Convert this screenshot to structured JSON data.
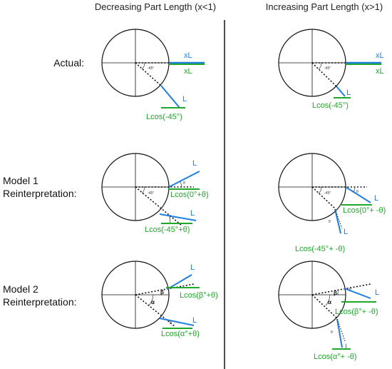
{
  "headers": {
    "left": "Decreasing Part Length (x<1)",
    "right": "Increasing Part Length (x>1)"
  },
  "rows": {
    "actual": "Actual:",
    "model1_line1": "Model 1",
    "model1_line2": "Reinterpretation:",
    "model2_line1": "Model 2",
    "model2_line2": "Reinterpretation:"
  },
  "labels": {
    "L": "L",
    "xL": "xL",
    "angle_ref": "-45°",
    "theta": "θ",
    "alpha": "α",
    "beta": "β",
    "a1_left": "Lcos(-45°)",
    "a1_right": "Lcos(-45°)",
    "m1_left_top": "Lcos(0°+θ)",
    "m1_left_bot": "Lcos(-45°+θ)",
    "m1_right_top": "Lcos(0°+ -θ)",
    "m1_right_bot": "Lcos(-45°+ -θ)",
    "m2_left_top": "Lcos(β°+θ)",
    "m2_left_bot": "Lcos(α°+θ)",
    "m2_right_top": "Lcos(β°+ -θ)",
    "m2_right_bot": "Lcos(α°+ -θ)"
  },
  "colors": {
    "blue": "#1f7fe0",
    "green": "#1fa82a",
    "ink": "#111111",
    "divider": "#222222"
  }
}
